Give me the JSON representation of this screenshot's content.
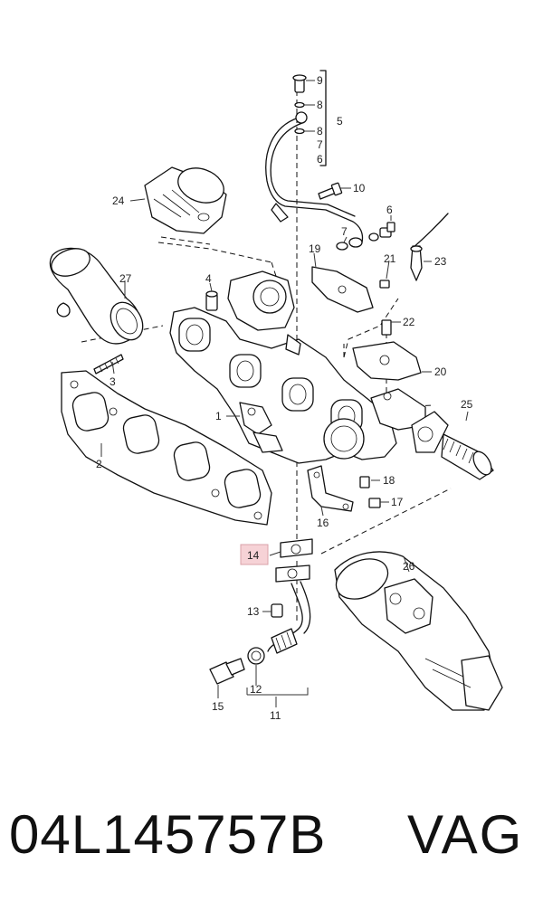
{
  "callouts": {
    "c1": "1",
    "c2": "2",
    "c3": "3",
    "c4": "4",
    "c5": "5",
    "c6": "6",
    "c6b": "6",
    "c7": "7",
    "c7b": "7",
    "c8a": "8",
    "c8b": "8",
    "c9": "9",
    "c10": "10",
    "c11": "11",
    "c12": "12",
    "c13": "13",
    "c14": "14",
    "c15": "15",
    "c16": "16",
    "c17": "17",
    "c18": "18",
    "c19": "19",
    "c20": "20",
    "c21": "21",
    "c22": "22",
    "c23": "23",
    "c24": "24",
    "c25": "25",
    "c26": "26",
    "c27": "27"
  },
  "highlighted_callout": "14",
  "colors": {
    "highlight_fill": "#f6d2d6",
    "line": "#111111"
  },
  "caption": {
    "part_number": "04L145757B",
    "brand": "VAG"
  }
}
